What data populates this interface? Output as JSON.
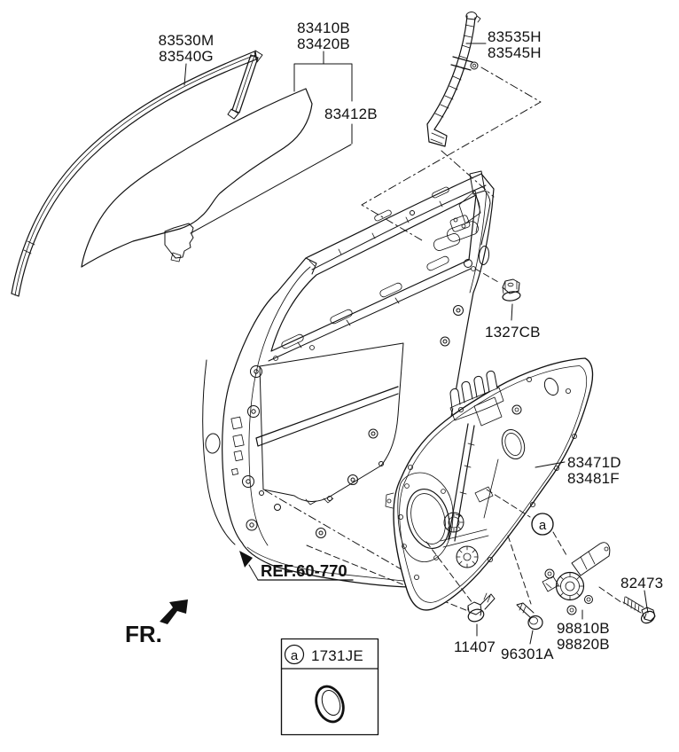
{
  "canvas": {
    "background": "#ffffff",
    "ink": "#111111"
  },
  "labels": {
    "window_run_1": "83530M",
    "window_run_2": "83540G",
    "glass_1": "83410B",
    "glass_2": "83420B",
    "glass_grip": "83412B",
    "channel_1": "83535H",
    "channel_2": "83545H",
    "nut": "1327CB",
    "module_1": "83471D",
    "module_2": "83481F",
    "callout_a": "a",
    "bolt": "82473",
    "motor_1": "98810B",
    "motor_2": "98820B",
    "screw_small": "11407",
    "screw_tapping": "96301A",
    "ref": "REF.60-770",
    "fr": "FR.",
    "legend_callout": "a",
    "legend_part": "1731JE"
  }
}
